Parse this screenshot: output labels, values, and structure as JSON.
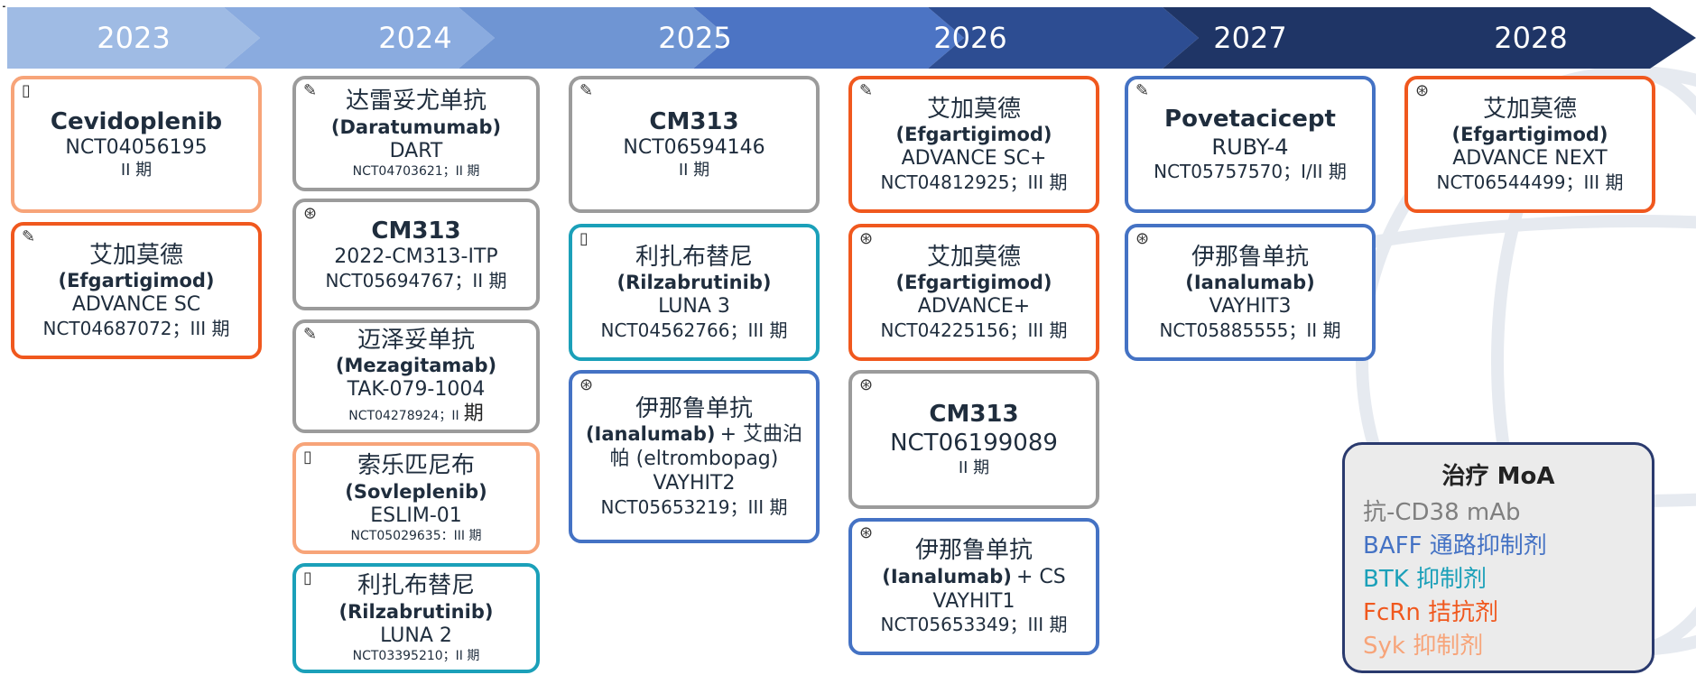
{
  "years": [
    "2023",
    "2024",
    "2025",
    "2026",
    "2027",
    "2028"
  ],
  "legend": {
    "title": "治疗 MoA",
    "items": [
      {
        "label": "抗-CD38 mAb",
        "color": "#7f7f7f"
      },
      {
        "label": "BAFF 通路抑制剂",
        "color": "#4472c4"
      },
      {
        "label": "BTK 抑制剂",
        "color": "#1ba0b9"
      },
      {
        "label": "FcRn 拮抗剂",
        "color": "#f0581e"
      },
      {
        "label": "Syk 抑制剂",
        "color": "#f7a479"
      }
    ]
  },
  "cards": {
    "c1": {
      "drug": "Cevidoplenib",
      "nct": "NCT04056195",
      "phase": "II 期"
    },
    "c2": {
      "drug": "艾加莫德",
      "eng": "(Efgartigimod)",
      "trial": "ADVANCE SC",
      "nct": "NCT04687072；III 期"
    },
    "c3": {
      "drug": "达雷妥尤单抗",
      "eng": "(Daratumumab)",
      "trial": "DART",
      "nct": "NCT04703621；II 期"
    },
    "c4": {
      "drug": "CM313",
      "trial": "2022-CM313-ITP",
      "nct": "NCT05694767；II 期"
    },
    "c5": {
      "drug": "迈泽妥单抗",
      "eng": "(Mezagitamab)",
      "trial": "TAK-079-1004",
      "nct": "NCT04278924；II",
      "phase": "期"
    },
    "c6": {
      "drug": "索乐匹尼布",
      "eng": "(Sovleplenib)",
      "trial": "ESLIM-01",
      "nct": "NCT05029635：III 期"
    },
    "c7": {
      "drug": "利扎布替尼",
      "eng": "(Rilzabrutinib)",
      "trial": "LUNA 2",
      "nct": "NCT03395210；II 期"
    },
    "c8": {
      "drug": "CM313",
      "nct": "NCT06594146",
      "phase": "II 期"
    },
    "c9": {
      "drug": "利扎布替尼",
      "eng": "(Rilzabrutinib)",
      "trial": "LUNA 3",
      "nct": "NCT04562766；III 期"
    },
    "c10": {
      "drug": "伊那鲁单抗",
      "eng": "(Ianalumab)",
      "plus": "+ 艾曲泊",
      "line2": "帕 (eltrombopag)",
      "trial": "VAYHIT2",
      "nct": "NCT05653219；III 期"
    },
    "c11": {
      "drug": "艾加莫德",
      "eng": "(Efgartigimod)",
      "trial": "ADVANCE SC+",
      "nct": "NCT04812925；III 期"
    },
    "c12": {
      "drug": "艾加莫德",
      "eng": "(Efgartigimod)",
      "trial": "ADVANCE+",
      "nct": "NCT04225156；III 期"
    },
    "c13": {
      "drug": "CM313",
      "nct": "NCT06199089",
      "phase": "II 期"
    },
    "c14": {
      "drug": "伊那鲁单抗",
      "eng": "(Ianalumab)",
      "plus": "+ CS",
      "trial": "VAYHIT1",
      "nct": "NCT05653349；III 期"
    },
    "c15": {
      "drug": "Povetacicept",
      "trial": "RUBY-4",
      "nct": "NCT05757570；I/II 期"
    },
    "c16": {
      "drug": "伊那鲁单抗",
      "eng": "(Ianalumab)",
      "trial": "VAYHIT3",
      "nct": "NCT05885555；II 期"
    },
    "c17": {
      "drug": "艾加莫德",
      "eng": "(Efgartigimod)",
      "trial": "ADVANCE NEXT",
      "nct": "NCT06544499；III 期"
    }
  }
}
